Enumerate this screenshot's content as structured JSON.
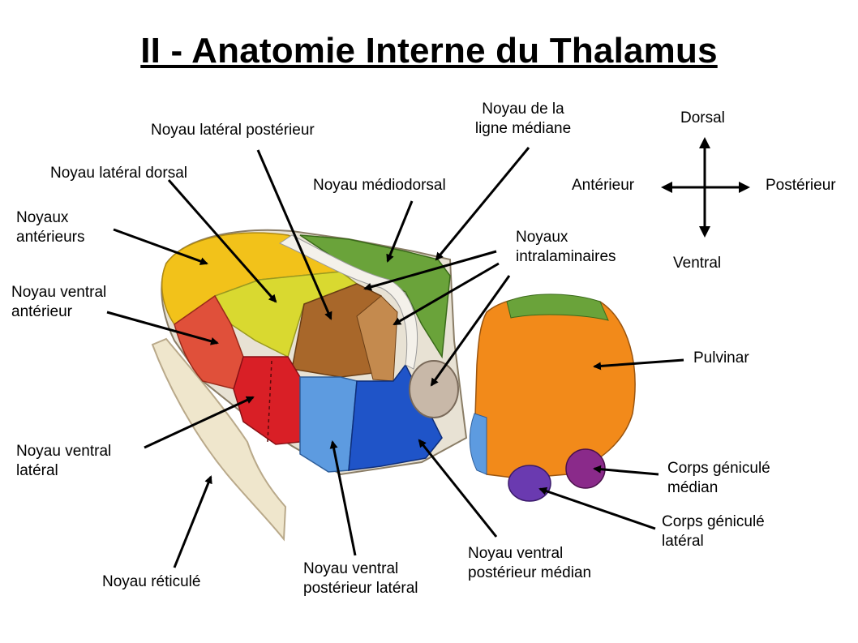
{
  "title": "II - Anatomie Interne du Thalamus",
  "orientation": {
    "dorsal": "Dorsal",
    "ventral": "Ventral",
    "anterior": "Antérieur",
    "posterior": "Postérieur"
  },
  "labels": {
    "lateral_posterior": "Noyau latéral postérieur",
    "lateral_dorsal": "Noyau latéral dorsal",
    "anterior_nuclei": [
      "Noyaux",
      "antérieurs"
    ],
    "ventral_anterior": [
      "Noyau ventral",
      "antérieur"
    ],
    "ventral_lateral": [
      "Noyau ventral",
      "latéral"
    ],
    "reticular": "Noyau réticulé",
    "vpl": [
      "Noyau ventral",
      "postérieur latéral"
    ],
    "vpm": [
      "Noyau ventral",
      "postérieur médian"
    ],
    "mediodorsal": "Noyau médiodorsal",
    "midline": [
      "Noyau de la",
      "ligne médiane"
    ],
    "intralaminar": [
      "Noyaux",
      "intralaminaires"
    ],
    "pulvinar": "Pulvinar",
    "medial_geniculate": [
      "Corps géniculé",
      "médian"
    ],
    "lateral_geniculate": [
      "Corps géniculé",
      "latéral"
    ]
  },
  "colors": {
    "anterior": "#f2c21a",
    "lateral_dorsal": "#d9d930",
    "lateral_posterior": "#a8672a",
    "ventral_anterior": "#e0503a",
    "ventral_lateral": "#d91f26",
    "vpl": "#5d9be0",
    "vpm": "#1f54c8",
    "mediodorsal": "#6aa33a",
    "midline": "#c8b8a8",
    "pulvinar": "#f28a1a",
    "medial_geniculate": "#8a2a8a",
    "lateral_geniculate": "#6a3ab0",
    "reticular": "#efe6cc"
  }
}
